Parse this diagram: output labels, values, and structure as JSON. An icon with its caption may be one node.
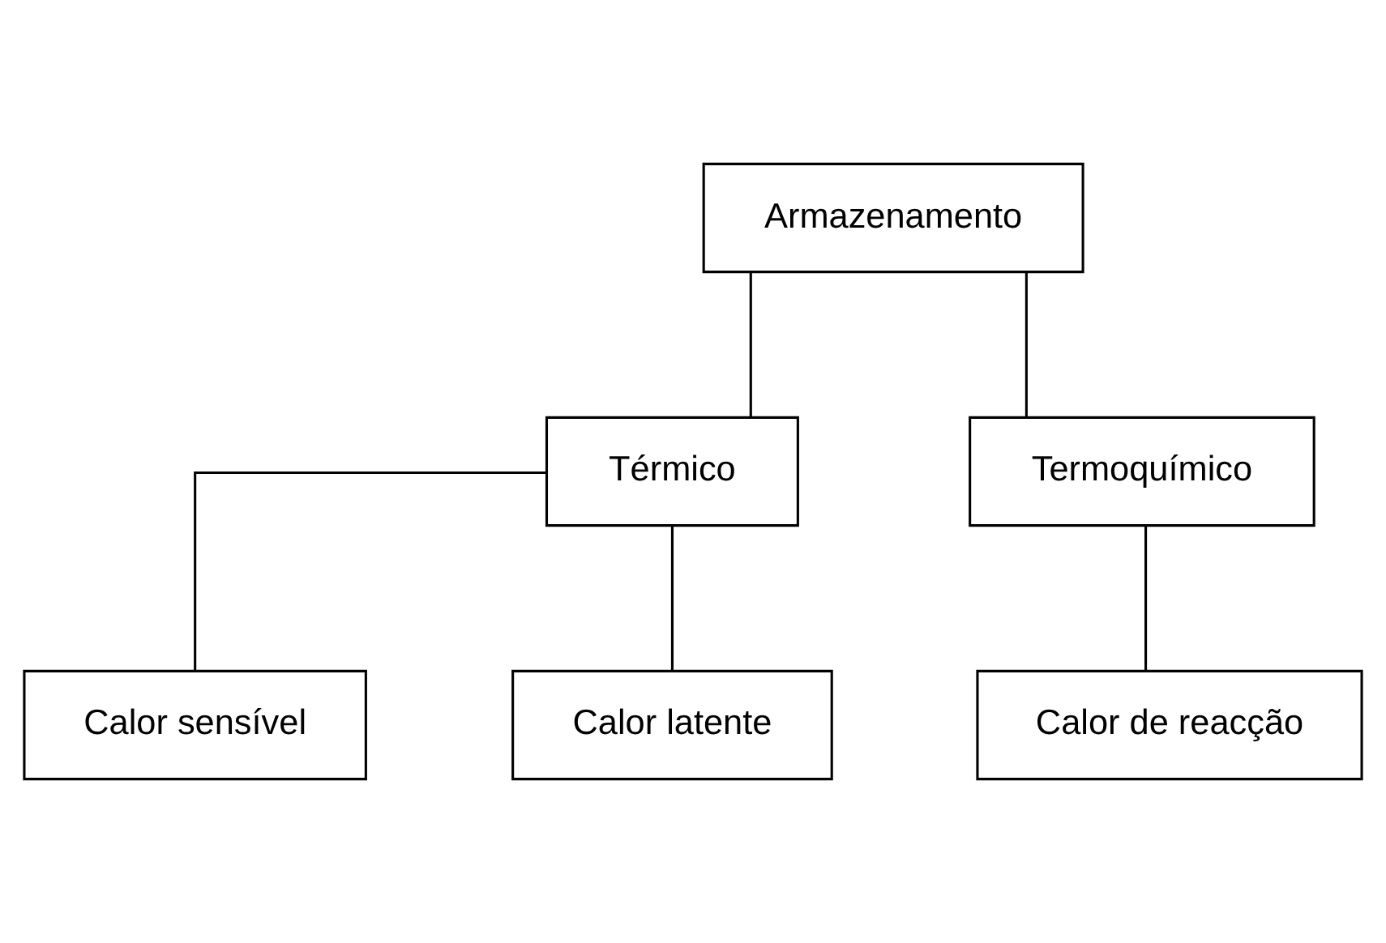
{
  "diagram": {
    "nodes": [
      {
        "text": [
          "Armazenamento"
        ]
      },
      {
        "text": [
          "Térmico"
        ]
      },
      {
        "text": [
          "Termoquímico"
        ]
      },
      {
        "text": [
          "Calor sensível"
        ]
      },
      {
        "text": [
          "Calor latente"
        ]
      },
      {
        "text": [
          "Calor de reacção"
        ]
      }
    ],
    "edges": [
      {
        "from": 0,
        "to": 1,
        "arrow": "none"
      },
      {
        "from": 0,
        "to": 2,
        "arrow": "none"
      },
      {
        "from": 1,
        "to": 3,
        "arrow": "none"
      },
      {
        "from": 1,
        "to": 4,
        "arrow": "none"
      },
      {
        "from": 2,
        "to": 5,
        "arrow": "none"
      }
    ]
  }
}
